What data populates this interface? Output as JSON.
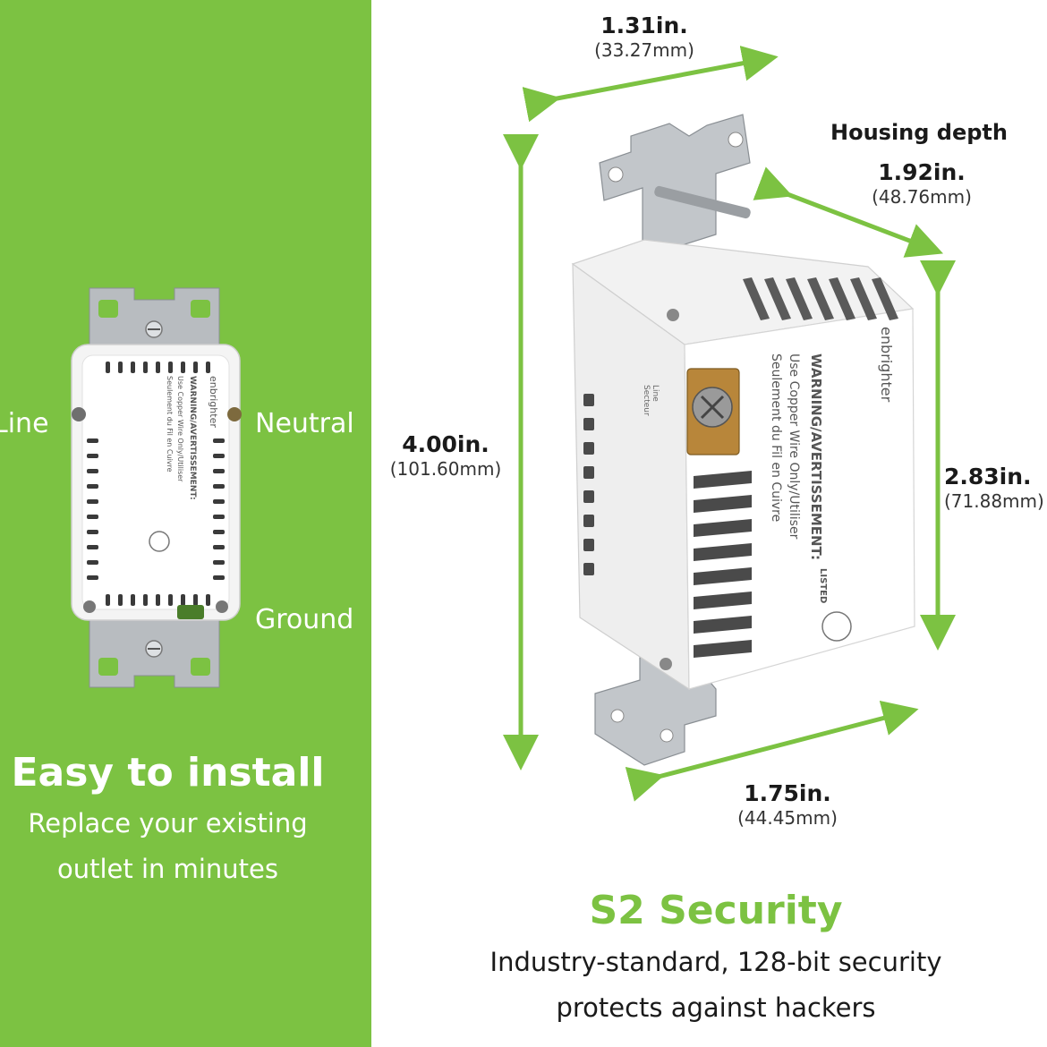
{
  "left_panel": {
    "labels": {
      "line": "Line",
      "neutral": "Neutral",
      "ground": "Ground"
    },
    "headline": "Easy to install",
    "subtext_line1": "Replace your existing",
    "subtext_line2": "outlet in minutes"
  },
  "outlet_labels": {
    "brand": "enbrighter",
    "warning": "WARNING/AVERTISSEMENT:",
    "copper_en": "Use Copper Wire Only/Utiliser",
    "copper_fr": "Seulement du Fil en Cuivre",
    "listed": "LISTED",
    "line_terminal": "Line",
    "line_terminal_fr": "Secteur"
  },
  "dimensions": {
    "top_width": {
      "value": "1.31in.",
      "metric": "(33.27mm)"
    },
    "housing_depth": {
      "label": "Housing depth",
      "value": "1.92in.",
      "metric": "(48.76mm)"
    },
    "height": {
      "value": "4.00in.",
      "metric": "(101.60mm)"
    },
    "body_height": {
      "value": "2.83in.",
      "metric": "(71.88mm)"
    },
    "body_width": {
      "value": "1.75in.",
      "metric": "(44.45mm)"
    }
  },
  "security": {
    "headline": "S2 Security",
    "subtext_line1": "Industry-standard, 128-bit security",
    "subtext_line2": "protects against hackers"
  },
  "colors": {
    "brand_green": "#7cc242",
    "arrow_green": "#7cc242",
    "text_dark": "#1a1a1a"
  }
}
